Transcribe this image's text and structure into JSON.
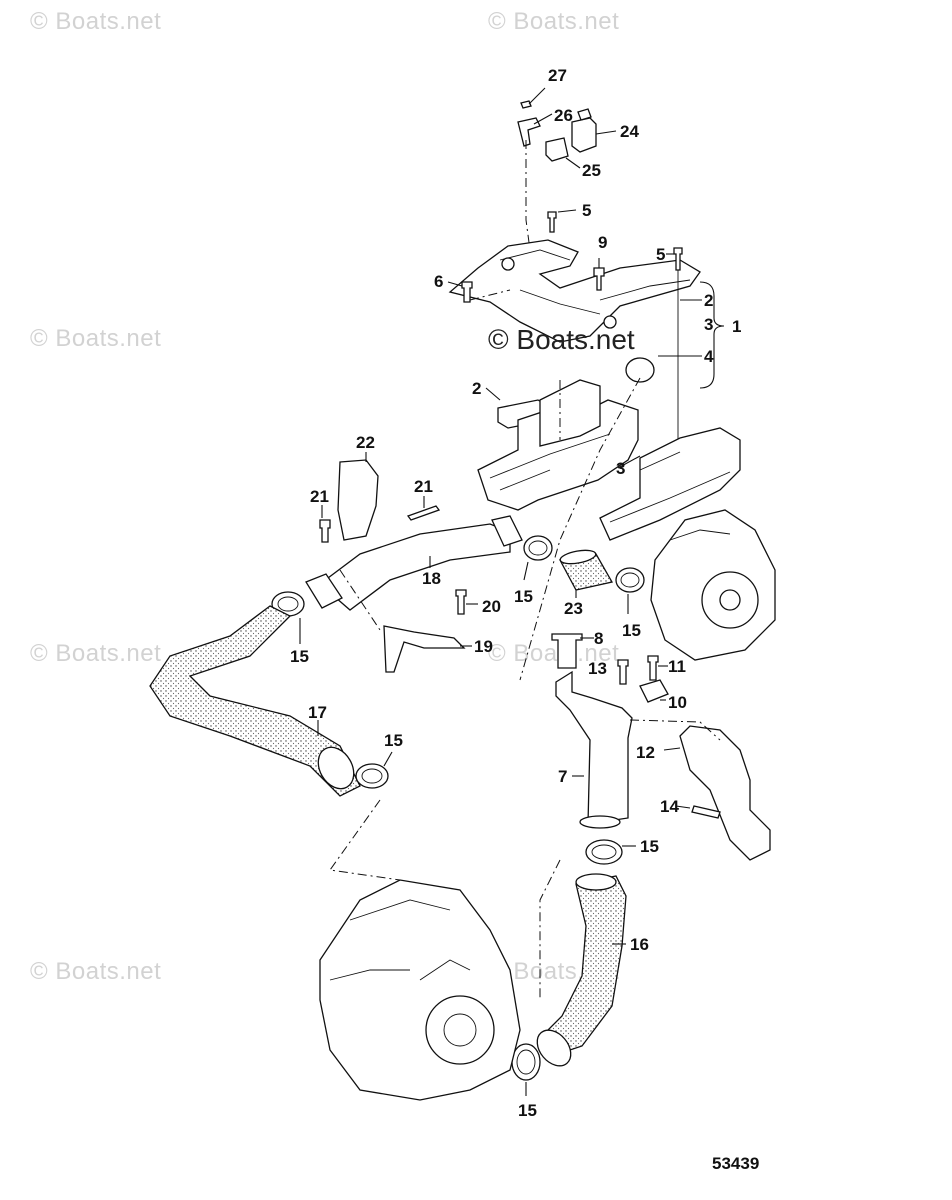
{
  "watermark": {
    "text": "Boats.net",
    "center_text": "© Boats.net"
  },
  "figure_number": "53439",
  "callouts": {
    "c27": "27",
    "c26": "26",
    "c24": "24",
    "c25": "25",
    "c5a": "5",
    "c9": "9",
    "c5b": "5",
    "c6": "6",
    "c2a": "2",
    "c3a": "3",
    "c1": "1",
    "c4": "4",
    "c2b": "2",
    "c3b": "3",
    "c22": "22",
    "c21a": "21",
    "c21b": "21",
    "c18": "18",
    "c15a": "15",
    "c23": "23",
    "c15b": "15",
    "c20": "20",
    "c15c": "15",
    "c8": "8",
    "c19": "19",
    "c13": "13",
    "c11": "11",
    "c10": "10",
    "c17": "17",
    "c15d": "15",
    "c12": "12",
    "c7": "7",
    "c14": "14",
    "c15e": "15",
    "c16": "16",
    "c15f": "15"
  },
  "icons": [
    "bolt-icon",
    "clamp-icon",
    "hose-icon",
    "manifold-icon",
    "bracket-icon"
  ]
}
